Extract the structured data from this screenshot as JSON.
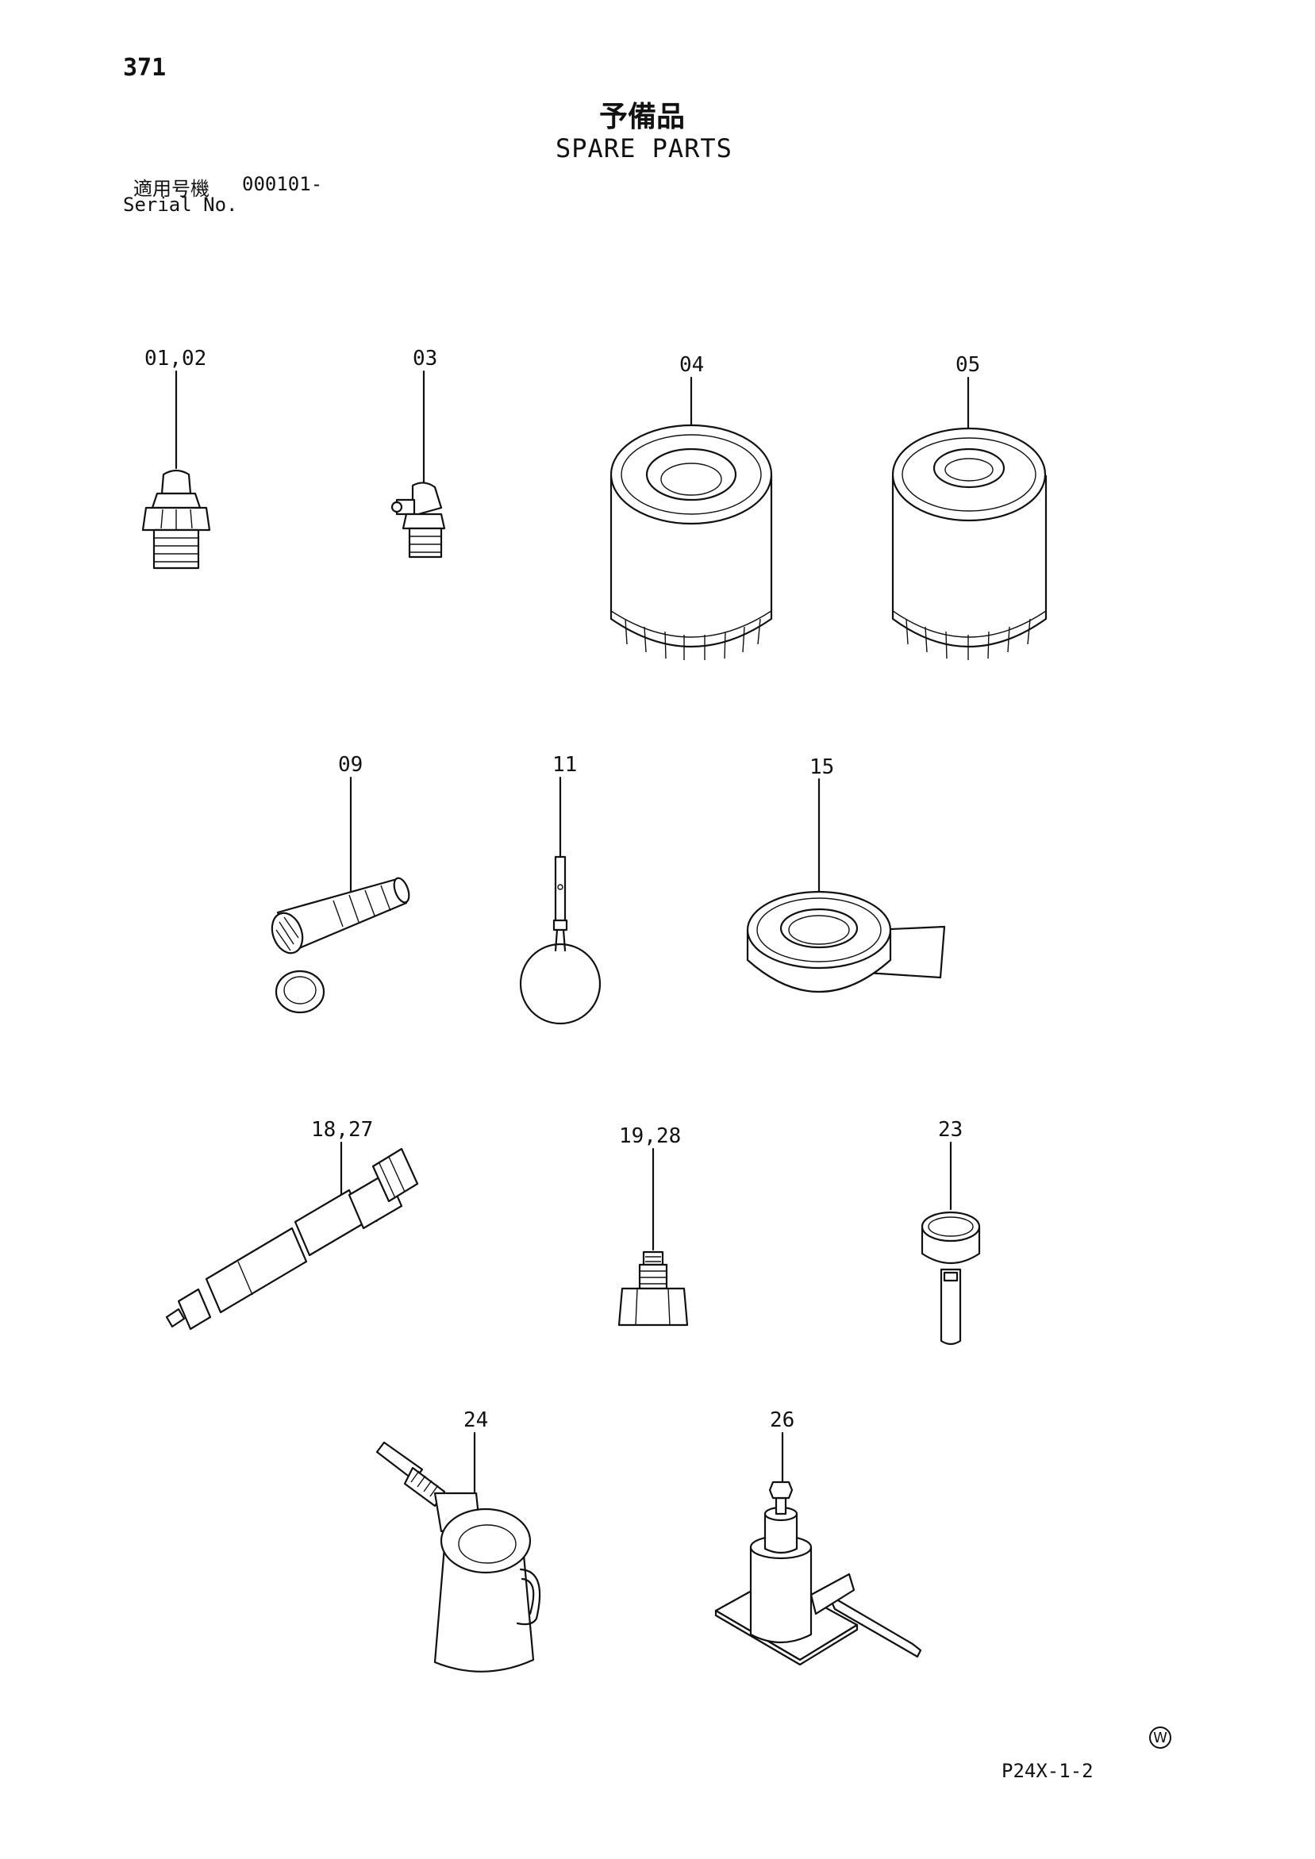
{
  "page_number": "371",
  "title_jp": "予備品",
  "title_en": "SPARE PARTS",
  "serial": {
    "label_jp": "適用号機",
    "value": "000101-",
    "label_en": "Serial No."
  },
  "drawing_code": "P24X-1-2",
  "maker_mark": "W",
  "callouts": [
    {
      "id": "01-02",
      "label": "01,02",
      "icon": "grease-nipple-straight-icon"
    },
    {
      "id": "03",
      "label": "03",
      "icon": "grease-nipple-angled-icon"
    },
    {
      "id": "04",
      "label": "04",
      "icon": "filter-cartridge-icon"
    },
    {
      "id": "05",
      "label": "05",
      "icon": "filter-cartridge-icon"
    },
    {
      "id": "09",
      "label": "09",
      "icon": "strainer-element-icon"
    },
    {
      "id": "11",
      "label": "11",
      "icon": "gauge-ring-icon"
    },
    {
      "id": "15",
      "label": "15",
      "icon": "sealing-tape-roll-icon"
    },
    {
      "id": "18-27",
      "label": "18,27",
      "icon": "grease-hose-icon"
    },
    {
      "id": "19-28",
      "label": "19,28",
      "icon": "adapter-nipple-icon"
    },
    {
      "id": "23",
      "label": "23",
      "icon": "funnel-tube-icon"
    },
    {
      "id": "24",
      "label": "24",
      "icon": "oil-can-icon"
    },
    {
      "id": "26",
      "label": "26",
      "icon": "hydraulic-jack-icon"
    }
  ]
}
